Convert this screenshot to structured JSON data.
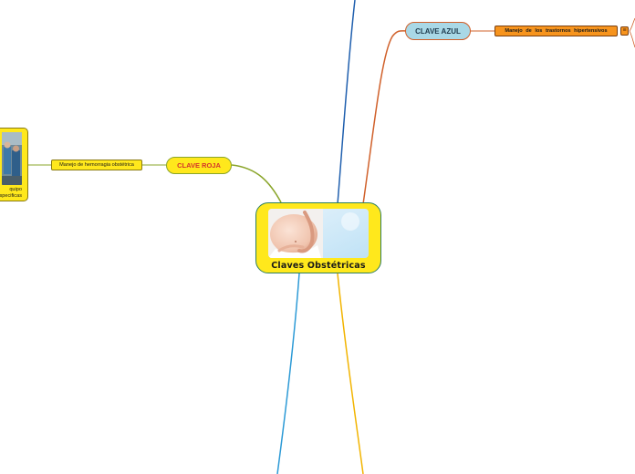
{
  "center": {
    "title": "Claves Obstétricas",
    "image_icon": "pregnant-belly-photo"
  },
  "branches": {
    "clave_azul": {
      "label": "CLAVE AZUL",
      "child": "Manejo  de  los  trastornos  hipertensivos",
      "collapse_symbol": "≡"
    },
    "clave_roja": {
      "label": "CLAVE ROJA",
      "child": "Manejo de hemorragia obstétrica",
      "card_line_1": "quipo",
      "card_line_2": "specificas",
      "card_image_icon": "medical-team-photo"
    }
  },
  "colors": {
    "center_fill": "#ffe81c",
    "azul_fill": "#a9d8e6",
    "orange_fill": "#f7941d",
    "line_blue": "#1f5fae",
    "line_orange": "#d0602a",
    "line_green": "#8aa52a",
    "line_cyan": "#2c9ad6",
    "line_yellow": "#f2b400",
    "roja_text": "#d4332b"
  }
}
